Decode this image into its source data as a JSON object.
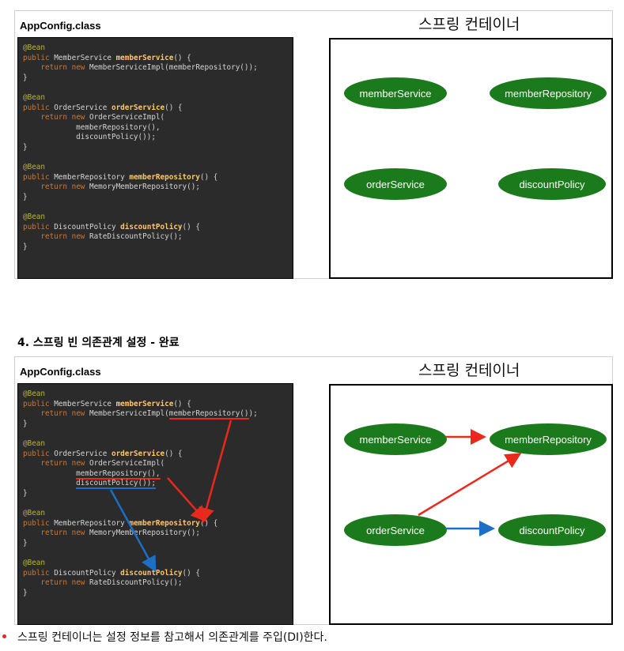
{
  "top_panel": {
    "config_title": "AppConfig.class",
    "container_title": "스프링 컨테이너",
    "beans": {
      "member_service": "memberService",
      "member_repository": "memberRepository",
      "order_service": "orderService",
      "discount_policy": "discountPolicy"
    }
  },
  "section_heading": "4. 스프링 빈 의존관계 설정 - 완료",
  "bottom_panel": {
    "config_title": "AppConfig.class",
    "container_title": "스프링 컨테이너",
    "beans": {
      "member_service": "memberService",
      "member_repository": "memberRepository",
      "order_service": "orderService",
      "discount_policy": "discountPolicy"
    }
  },
  "code": {
    "annotation": "@Bean",
    "public_kw": "public",
    "return_kw": "return",
    "new_kw": "new",
    "member_service_type": " MemberService ",
    "member_service_fn": "memberService",
    "order_service_type": " OrderService ",
    "order_service_fn": "orderService",
    "member_repository_type": " MemberRepository ",
    "member_repository_fn": "memberRepository",
    "discount_policy_type": " DiscountPolicy ",
    "discount_policy_fn": "discountPolicy",
    "sig_suffix": "() {",
    "member_service_impl_open": " MemberServiceImpl(",
    "member_repository_call": "memberRepository()",
    "member_service_impl_close": ");",
    "order_service_impl": " OrderServiceImpl(",
    "arg_member_repository": "memberRepository(),",
    "arg_discount_policy": "discountPolicy());",
    "memory_member_repository": " MemoryMemberRepository();",
    "rate_discount_policy": " RateDiscountPolicy();",
    "close_brace": "}"
  },
  "footer_text": "스프링 컨테이너는 설정 정보를 참고해서 의존관계를 주입(DI)한다.",
  "colors": {
    "bean_fill": "#1b7a1b",
    "arrow_red": "#e8291c",
    "arrow_blue": "#1c6fc4",
    "code_bg": "#2b2b2b"
  }
}
